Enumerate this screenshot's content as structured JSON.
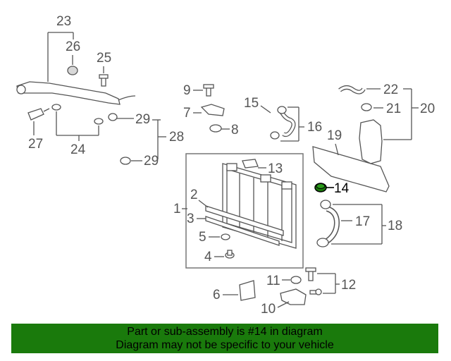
{
  "callouts": {
    "c1": "1",
    "c2": "2",
    "c3": "3",
    "c4": "4",
    "c5": "5",
    "c6": "6",
    "c7": "7",
    "c8": "8",
    "c9": "9",
    "c10": "10",
    "c11": "11",
    "c12": "12",
    "c13": "13",
    "c14": "14",
    "c15": "15",
    "c16": "16",
    "c17": "17",
    "c18": "18",
    "c19": "19",
    "c20": "20",
    "c21": "21",
    "c22": "22",
    "c23": "23",
    "c24": "24",
    "c25": "25",
    "c26": "26",
    "c27": "27",
    "c28": "28",
    "c29a": "29",
    "c29b": "29"
  },
  "banner": {
    "line1": "Part or sub-assembly is #14 in diagram",
    "line2": "Diagram may not be specific to your vehicle"
  },
  "colors": {
    "banner_bg": "#1a7a0c",
    "highlight_part": "#1a7a0c",
    "line_art": "#555555"
  }
}
